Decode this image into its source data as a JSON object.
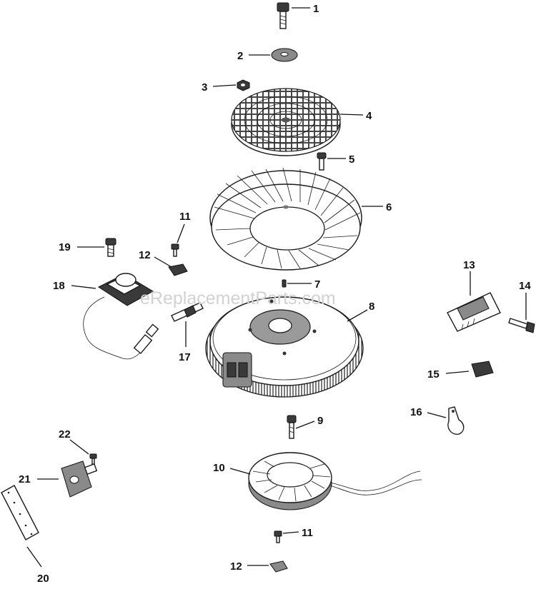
{
  "watermark": "eReplacementParts.com",
  "callouts": [
    {
      "id": "c1",
      "text": "1"
    },
    {
      "id": "c2",
      "text": "2"
    },
    {
      "id": "c3",
      "text": "3"
    },
    {
      "id": "c4",
      "text": "4"
    },
    {
      "id": "c5",
      "text": "5"
    },
    {
      "id": "c6",
      "text": "6"
    },
    {
      "id": "c7",
      "text": "7"
    },
    {
      "id": "c8",
      "text": "8"
    },
    {
      "id": "c9",
      "text": "9"
    },
    {
      "id": "c10",
      "text": "10"
    },
    {
      "id": "c11a",
      "text": "11"
    },
    {
      "id": "c11b",
      "text": "11"
    },
    {
      "id": "c12a",
      "text": "12"
    },
    {
      "id": "c12b",
      "text": "12"
    },
    {
      "id": "c13",
      "text": "13"
    },
    {
      "id": "c14",
      "text": "14"
    },
    {
      "id": "c15",
      "text": "15"
    },
    {
      "id": "c16",
      "text": "16"
    },
    {
      "id": "c17",
      "text": "17"
    },
    {
      "id": "c18",
      "text": "18"
    },
    {
      "id": "c19",
      "text": "19"
    },
    {
      "id": "c20",
      "text": "20"
    },
    {
      "id": "c21",
      "text": "21"
    },
    {
      "id": "c22",
      "text": "22"
    }
  ]
}
